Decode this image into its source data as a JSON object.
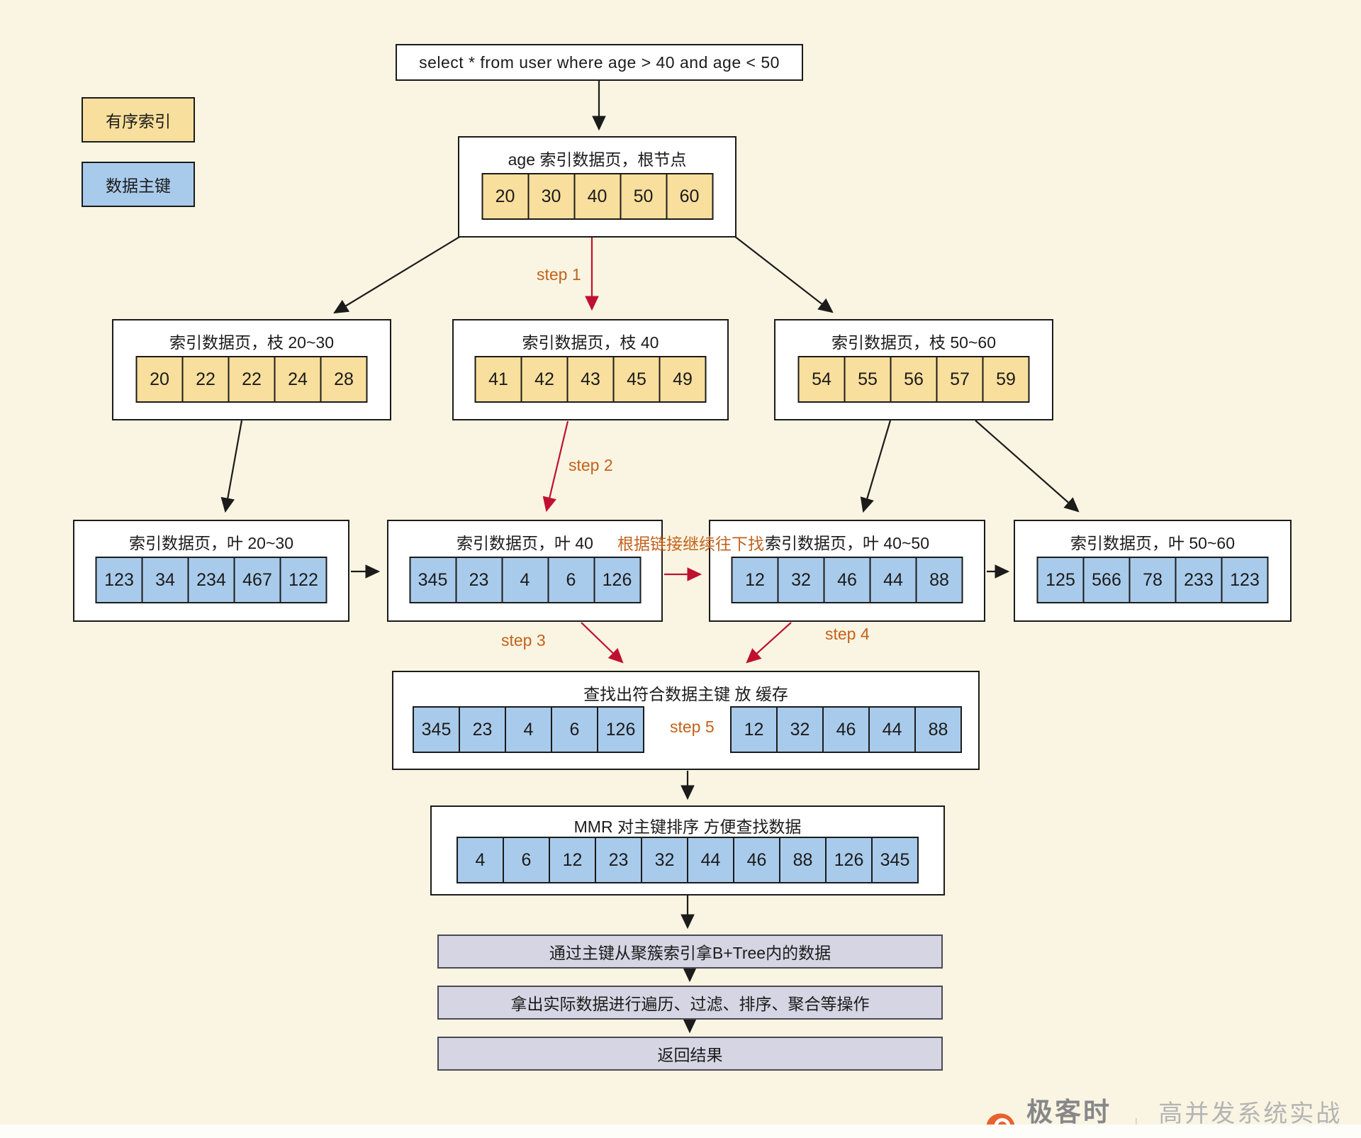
{
  "query_box": {
    "text": "select * from user where age > 40 and age <  50"
  },
  "legend": {
    "ordered_index": "有序索引",
    "data_primary_key": "数据主键"
  },
  "tree": {
    "root": {
      "title": "age 索引数据页，根节点",
      "cells": [
        "20",
        "30",
        "40",
        "50",
        "60"
      ]
    },
    "branches": [
      {
        "title": "索引数据页，枝 20~30",
        "cells": [
          "20",
          "22",
          "22",
          "24",
          "28"
        ]
      },
      {
        "title": "索引数据页，枝 40",
        "cells": [
          "41",
          "42",
          "43",
          "45",
          "49"
        ]
      },
      {
        "title": "索引数据页，枝 50~60",
        "cells": [
          "54",
          "55",
          "56",
          "57",
          "59"
        ]
      }
    ],
    "leaves": [
      {
        "title": "索引数据页，叶 20~30",
        "cells": [
          "123",
          "34",
          "234",
          "467",
          "122"
        ]
      },
      {
        "title": "索引数据页，叶 40",
        "cells": [
          "345",
          "23",
          "4",
          "6",
          "126"
        ]
      },
      {
        "title": "索引数据页，叶  40~50",
        "cells": [
          "12",
          "32",
          "46",
          "44",
          "88"
        ]
      },
      {
        "title": "索引数据页，叶  50~60",
        "cells": [
          "125",
          "566",
          "78",
          "233",
          "123"
        ]
      }
    ]
  },
  "cache": {
    "title": "查找出符合数据主键 放 缓存",
    "left_cells": [
      "345",
      "23",
      "4",
      "6",
      "126"
    ],
    "right_cells": [
      "12",
      "32",
      "46",
      "44",
      "88"
    ]
  },
  "mmr": {
    "title": "MMR 对主键排序 方便查找数据",
    "cells": [
      "4",
      "6",
      "12",
      "23",
      "32",
      "44",
      "46",
      "88",
      "126",
      "345"
    ]
  },
  "pipeline": [
    {
      "label": "通过主键从聚簇索引拿B+Tree内的数据"
    },
    {
      "label": "拿出实际数据进行遍历、过滤、排序、聚合等操作"
    },
    {
      "label": "返回结果"
    }
  ],
  "labels": {
    "step1": "step 1",
    "step2": "step 2",
    "step3": "step 3",
    "step4": "step 4",
    "step5": "step 5",
    "follow_link": "根据链接继续往下找"
  },
  "footer": {
    "brand": "极客时间",
    "divider": "｜",
    "credit": "高并发系统实战@蓝天"
  },
  "colors": {
    "background": "#F9F5E2",
    "index_cell": "#F9DF9D",
    "key_cell": "#A9CBEB",
    "pipeline_box": "#D6D5E3",
    "arrow_red": "#C01030",
    "step_label_orange": "#C4611B"
  }
}
